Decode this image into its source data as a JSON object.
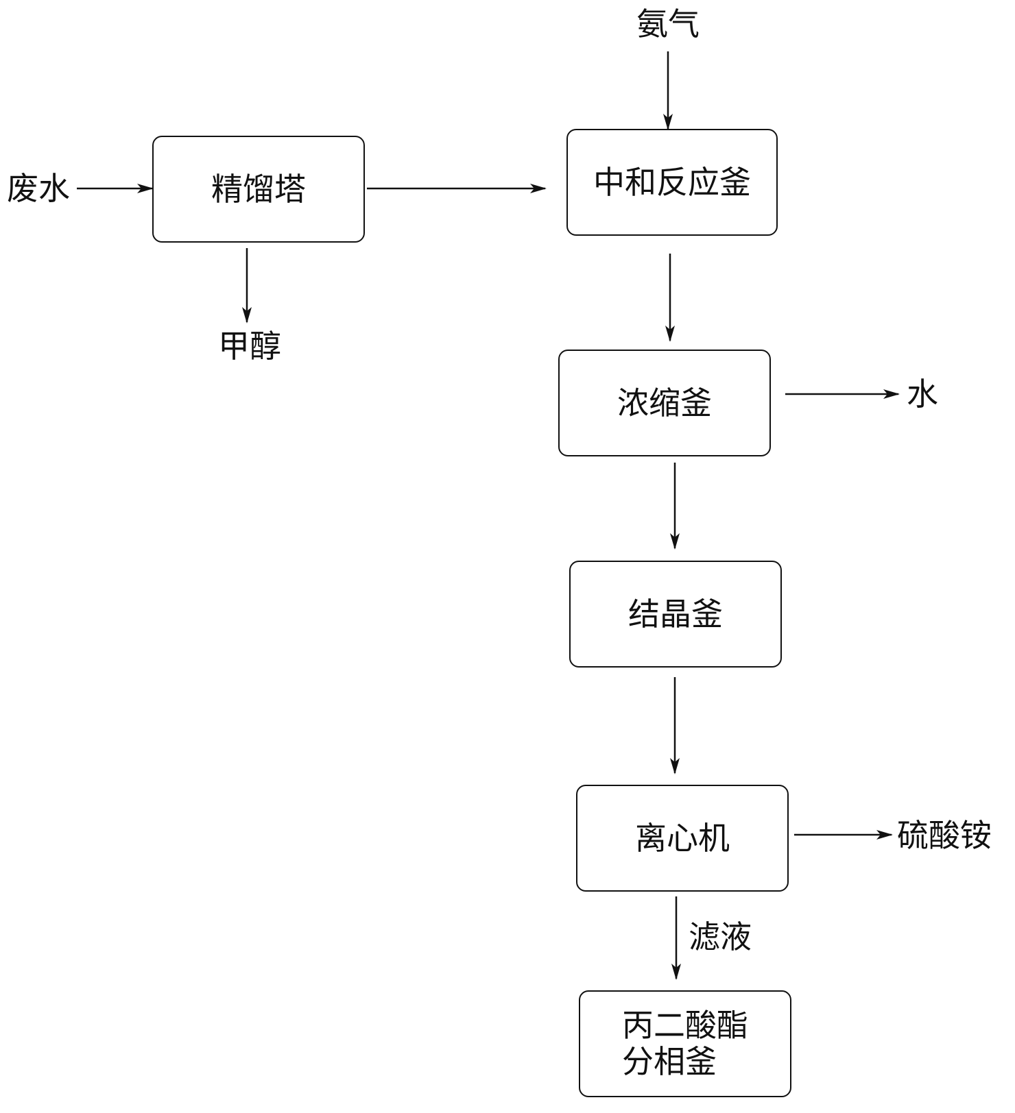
{
  "inputs": {
    "wastewater": "废水",
    "ammonia": "氨气"
  },
  "boxes": {
    "distillation_column": "精馏塔",
    "neutralization_reactor": "中和反应釜",
    "concentration_kettle": "浓缩釜",
    "crystallization_kettle": "结晶釜",
    "centrifuge": "离心机",
    "phase_separation_kettle": "丙二酸酯\n分相釜"
  },
  "outputs": {
    "methanol": "甲醇",
    "water": "水",
    "ammonium_sulfate": "硫酸铵",
    "filtrate": "滤液"
  }
}
